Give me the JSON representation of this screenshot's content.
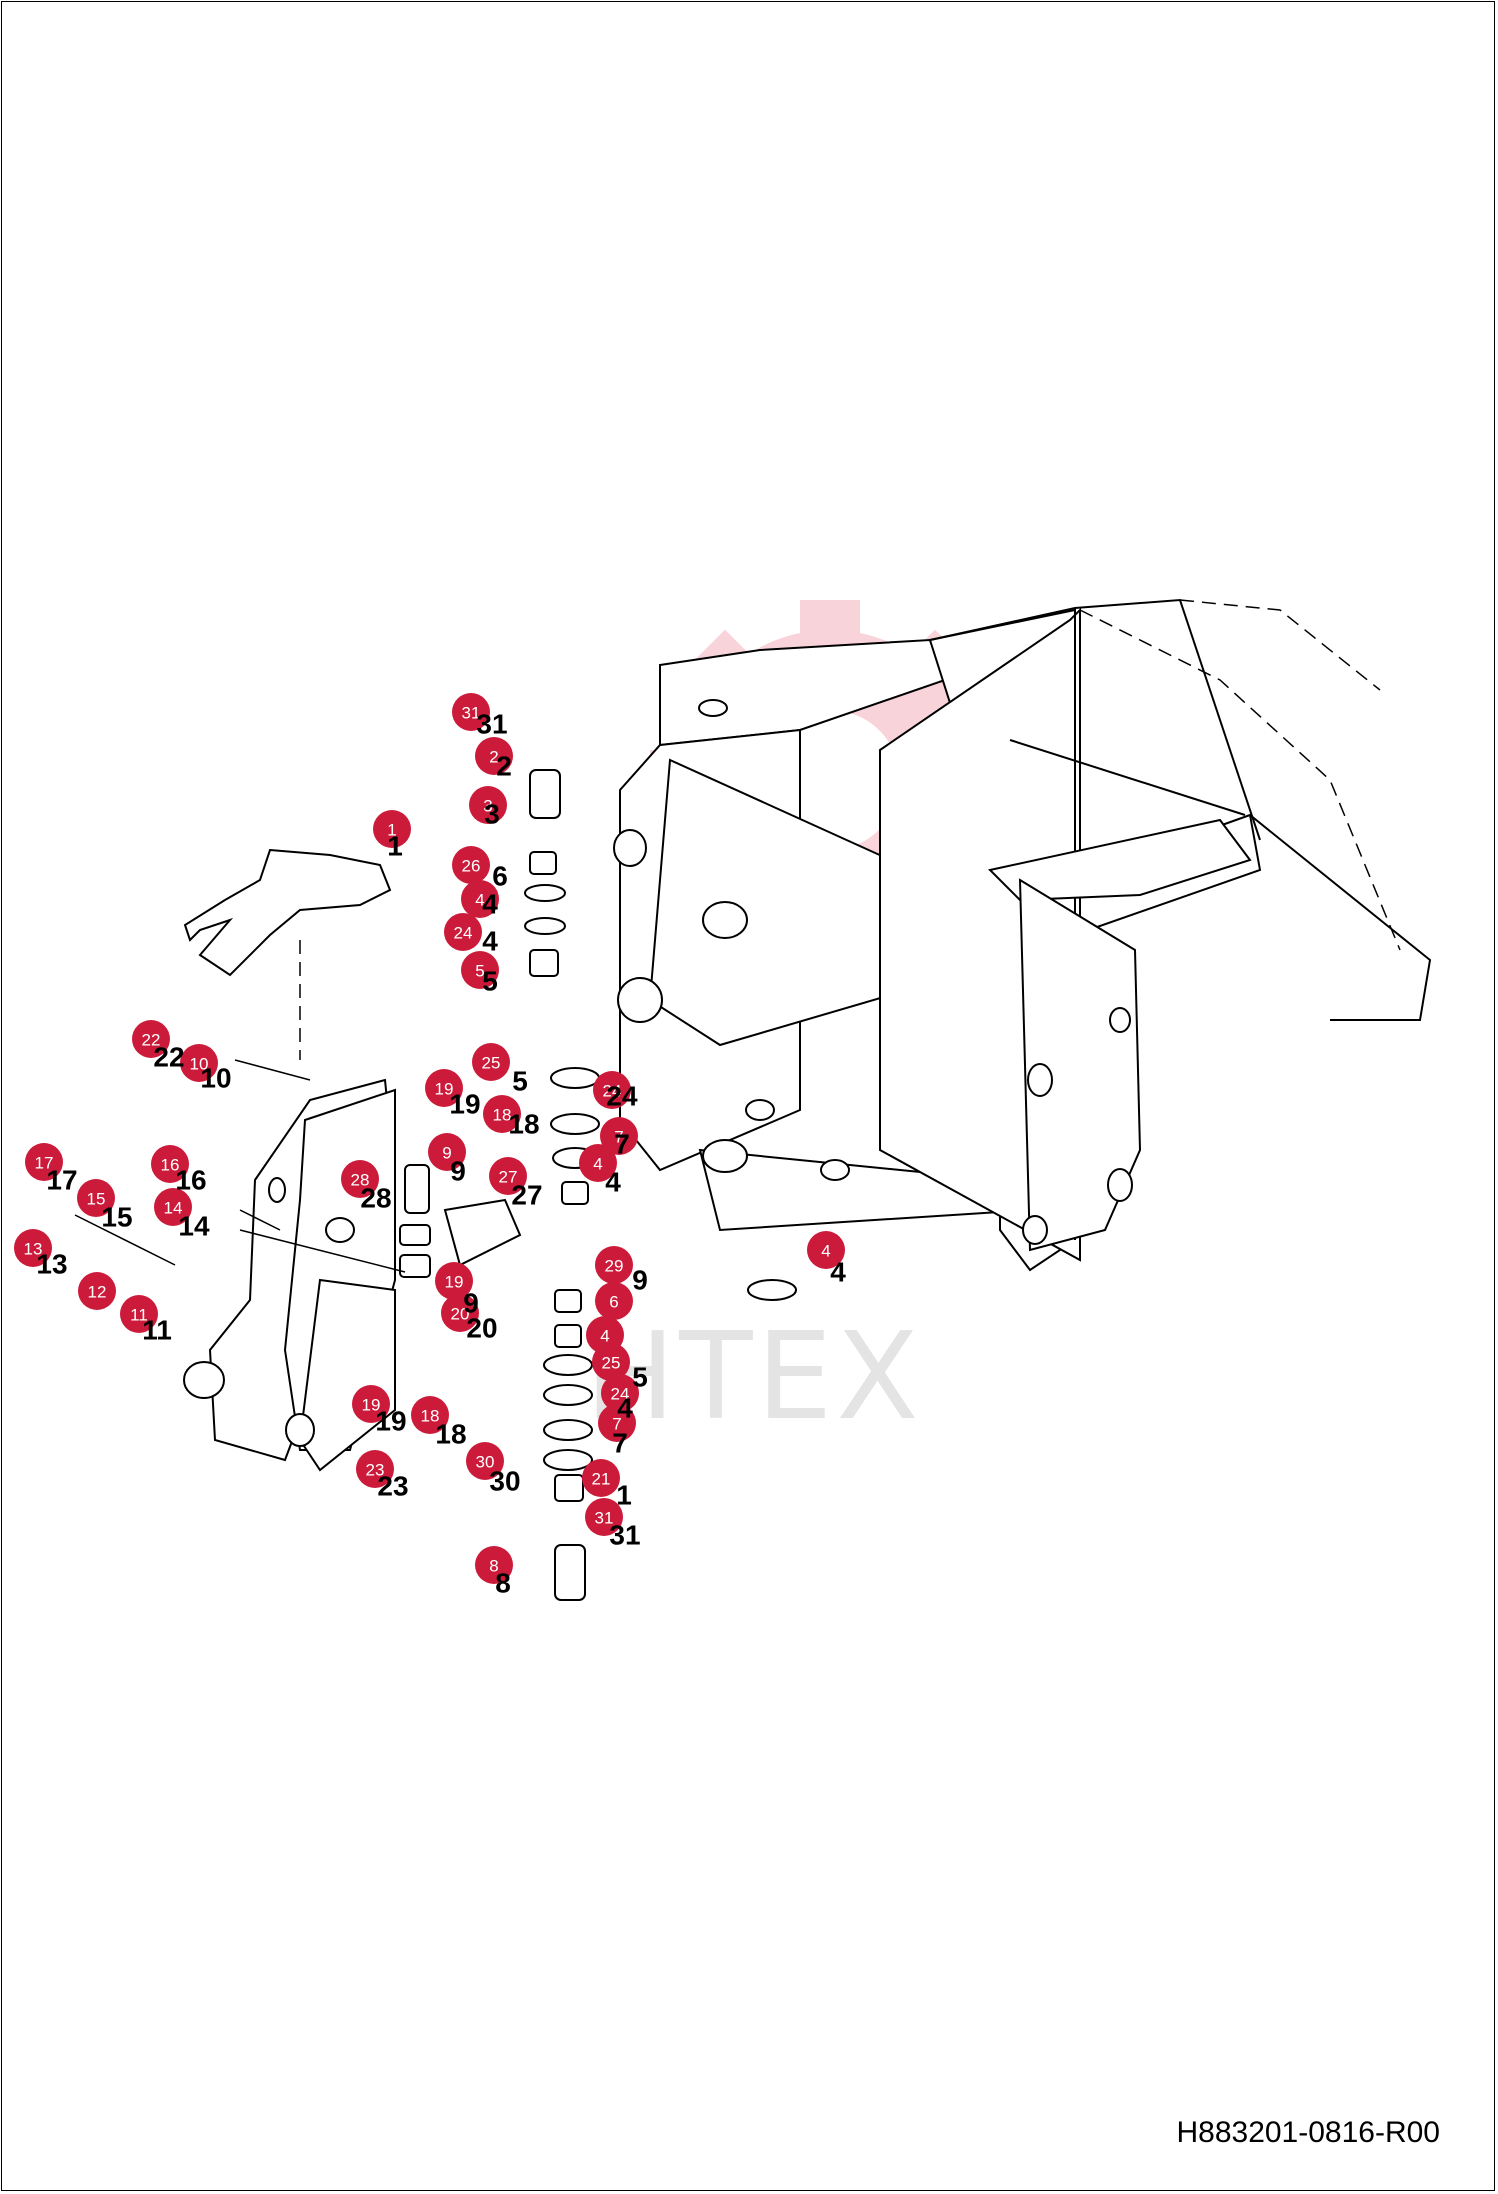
{
  "document": {
    "reference_code": "H883201-0816-R00",
    "watermark_text": "HTEX",
    "watermark_color": "#e4e4e4",
    "badge_color": "#cc1b3a"
  },
  "callouts": [
    {
      "id": "31"
    },
    {
      "id": "2"
    },
    {
      "id": "3"
    },
    {
      "id": "1"
    },
    {
      "id": "26"
    },
    {
      "id": "4"
    },
    {
      "id": "24"
    },
    {
      "id": "5"
    },
    {
      "id": "22"
    },
    {
      "id": "10"
    },
    {
      "id": "25"
    },
    {
      "id": "19"
    },
    {
      "id": "18"
    },
    {
      "id": "24"
    },
    {
      "id": "7"
    },
    {
      "id": "9"
    },
    {
      "id": "28"
    },
    {
      "id": "27"
    },
    {
      "id": "4"
    },
    {
      "id": "17"
    },
    {
      "id": "16"
    },
    {
      "id": "15"
    },
    {
      "id": "14"
    },
    {
      "id": "13"
    },
    {
      "id": "12"
    },
    {
      "id": "11"
    },
    {
      "id": "19"
    },
    {
      "id": "20"
    },
    {
      "id": "4"
    },
    {
      "id": "29"
    },
    {
      "id": "6"
    },
    {
      "id": "4"
    },
    {
      "id": "25"
    },
    {
      "id": "24"
    },
    {
      "id": "7"
    },
    {
      "id": "19"
    },
    {
      "id": "18"
    },
    {
      "id": "23"
    },
    {
      "id": "30"
    },
    {
      "id": "21"
    },
    {
      "id": "31"
    },
    {
      "id": "8"
    }
  ],
  "plain_labels": [
    "31",
    "2",
    "3",
    "1",
    "6",
    "4",
    "4",
    "5",
    "22",
    "10",
    "5",
    "24",
    "19",
    "18",
    "7",
    "9",
    "28",
    "27",
    "4",
    "17",
    "16",
    "15",
    "14",
    "13",
    "11",
    "9",
    "20",
    "4",
    "9",
    "5",
    "4",
    "7",
    "19",
    "18",
    "23",
    "30",
    "1",
    "31",
    "8"
  ]
}
